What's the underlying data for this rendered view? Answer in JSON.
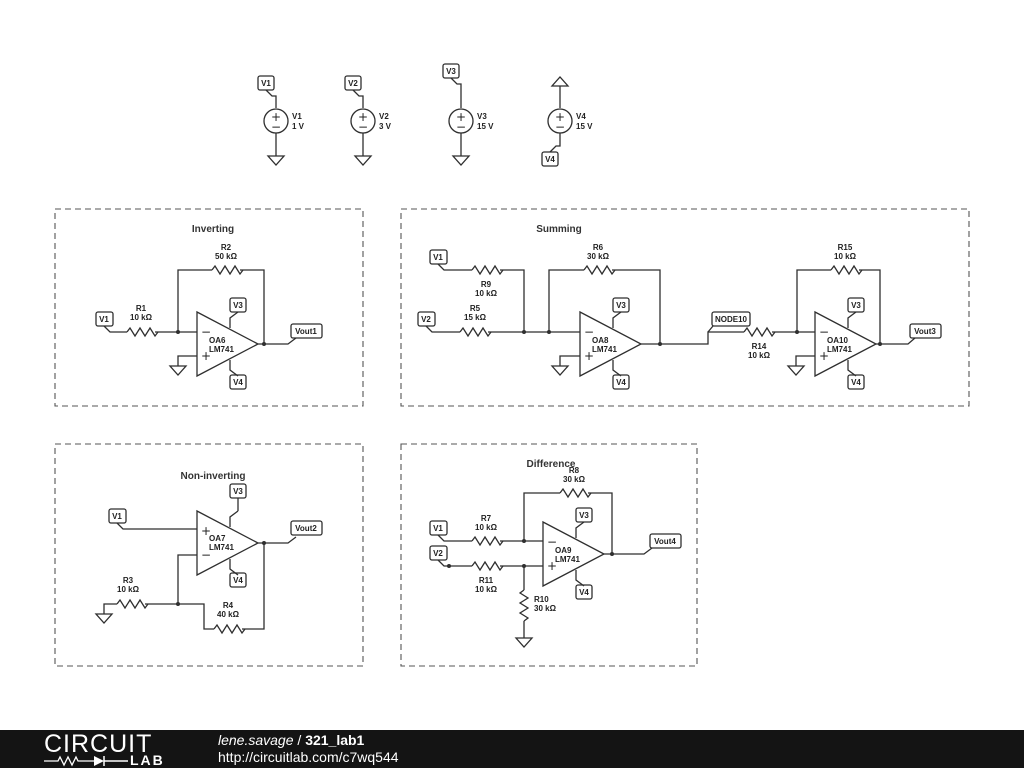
{
  "sources": [
    {
      "node": "V1",
      "name": "V1",
      "value": "1 V"
    },
    {
      "node": "V2",
      "name": "V2",
      "value": "3 V"
    },
    {
      "node": "V3",
      "name": "V3",
      "value": "15 V"
    },
    {
      "node": "V4",
      "name": "V4",
      "value": "15 V"
    }
  ],
  "titles": {
    "inverting": "Inverting",
    "summing": "Summing",
    "noninverting": "Non-inverting",
    "difference": "Difference"
  },
  "resistors": {
    "R1": {
      "name": "R1",
      "value": "10 kΩ"
    },
    "R2": {
      "name": "R2",
      "value": "50 kΩ"
    },
    "R3": {
      "name": "R3",
      "value": "10 kΩ"
    },
    "R4": {
      "name": "R4",
      "value": "40 kΩ"
    },
    "R5": {
      "name": "R5",
      "value": "15 kΩ"
    },
    "R6": {
      "name": "R6",
      "value": "30 kΩ"
    },
    "R7": {
      "name": "R7",
      "value": "10 kΩ"
    },
    "R8": {
      "name": "R8",
      "value": "30 kΩ"
    },
    "R9": {
      "name": "R9",
      "value": "10 kΩ"
    },
    "R10": {
      "name": "R10",
      "value": "30 kΩ"
    },
    "R11": {
      "name": "R11",
      "value": "10 kΩ"
    },
    "R14": {
      "name": "R14",
      "value": "10 kΩ"
    },
    "R15": {
      "name": "R15",
      "value": "10 kΩ"
    }
  },
  "opamps": {
    "OA6": {
      "name": "OA6",
      "part": "LM741"
    },
    "OA7": {
      "name": "OA7",
      "part": "LM741"
    },
    "OA8": {
      "name": "OA8",
      "part": "LM741"
    },
    "OA9": {
      "name": "OA9",
      "part": "LM741"
    },
    "OA10": {
      "name": "OA10",
      "part": "LM741"
    }
  },
  "nets": {
    "v1": "V1",
    "v2": "V2",
    "v3": "V3",
    "v4": "V4",
    "vout1": "Vout1",
    "vout2": "Vout2",
    "vout3": "Vout3",
    "vout4": "Vout4",
    "node10": "NODE10"
  },
  "footer": {
    "logo_top": "CIRCUIT",
    "logo_bottom": "LAB",
    "user": "lene.savage",
    "separator": " / ",
    "project": "321_lab1",
    "url": "http://circuitlab.com/c7wq544"
  }
}
